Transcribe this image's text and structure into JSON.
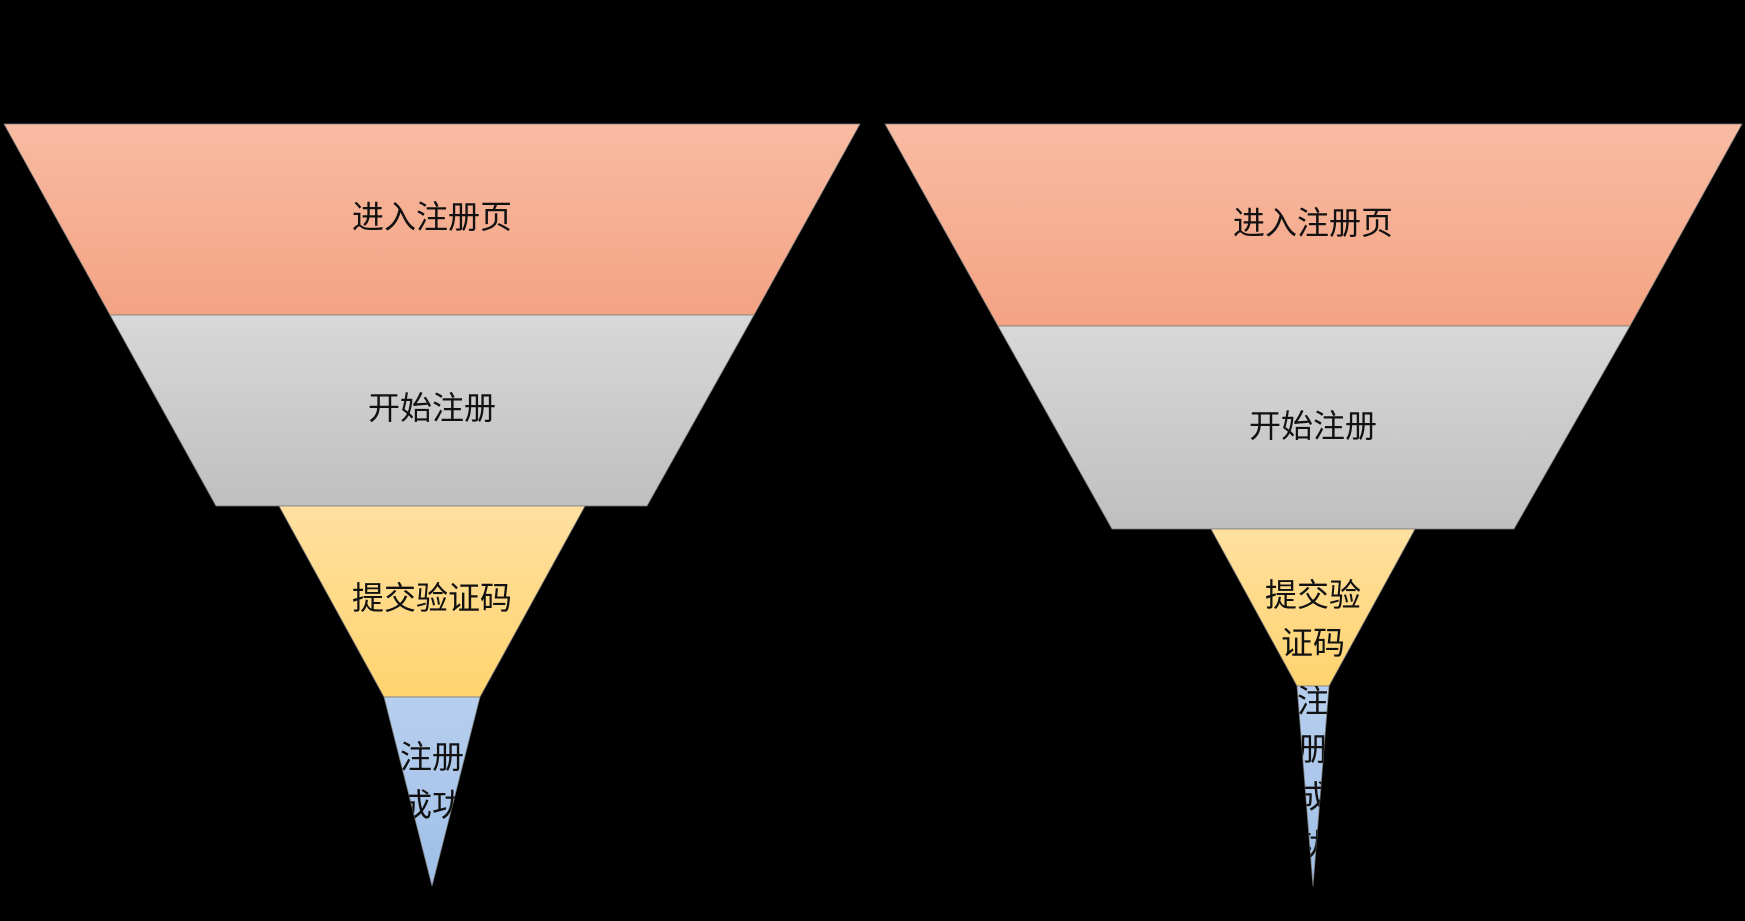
{
  "diagram": {
    "background": "#000000",
    "funnels": [
      {
        "stages": [
          {
            "label": "进入注册页",
            "colors": [
              "#F8BBA2",
              "#F4A383"
            ]
          },
          {
            "label": "开始注册",
            "colors": [
              "#D8D8D8",
              "#BFBFBF"
            ]
          },
          {
            "label": "提交验证码",
            "colors": [
              "#FFE0A0",
              "#FFD36E"
            ]
          },
          {
            "label": "注册成功",
            "colors": [
              "#B7CFEE",
              "#9FBFE8"
            ]
          }
        ]
      },
      {
        "stages": [
          {
            "label": "进入注册页",
            "colors": [
              "#F8BBA2",
              "#F4A383"
            ]
          },
          {
            "label": "开始注册",
            "colors": [
              "#D8D8D8",
              "#BFBFBF"
            ]
          },
          {
            "label": "提交验证码",
            "colors": [
              "#FFE0A0",
              "#FFD36E"
            ]
          },
          {
            "label": "注册成功",
            "colors": [
              "#B7CFEE",
              "#9FBFE8"
            ]
          }
        ]
      }
    ]
  }
}
